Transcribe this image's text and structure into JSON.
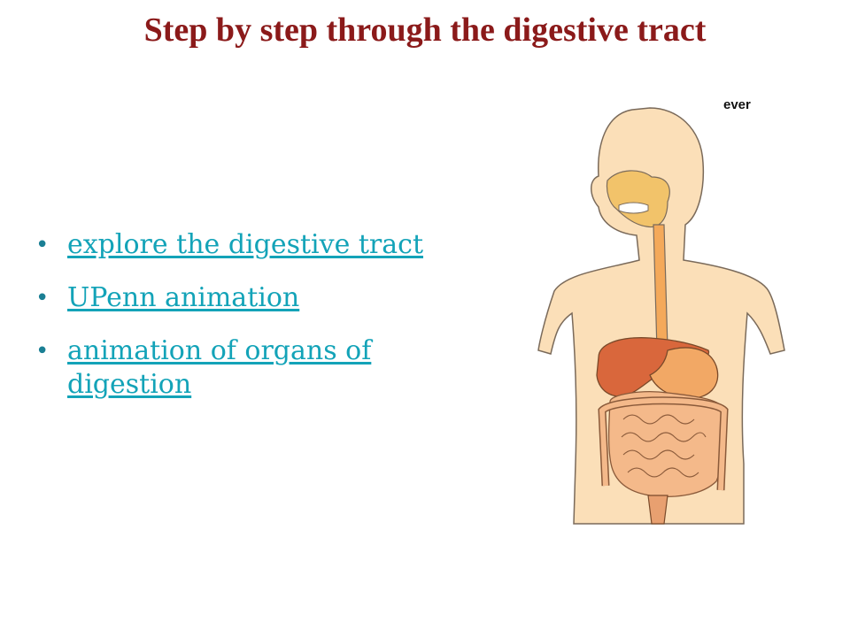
{
  "slide": {
    "title": "Step by step through the digestive tract",
    "links": [
      {
        "label": "explore the digestive tract"
      },
      {
        "label": "UPenn animation"
      },
      {
        "label": "animation of organs of digestion"
      }
    ]
  },
  "figure": {
    "label": "ever",
    "colors": {
      "skin": "#FBDFB8",
      "skin_outline": "#7a6a5a",
      "mouth": "#F2C36A",
      "esophagus": "#F4A95A",
      "liver": "#D9673C",
      "stomach": "#F2A865",
      "intestine": "#F4B98A",
      "intestine_outline": "#8a5a3a"
    }
  },
  "icons": {
    "bullet": "bullet-dot"
  }
}
